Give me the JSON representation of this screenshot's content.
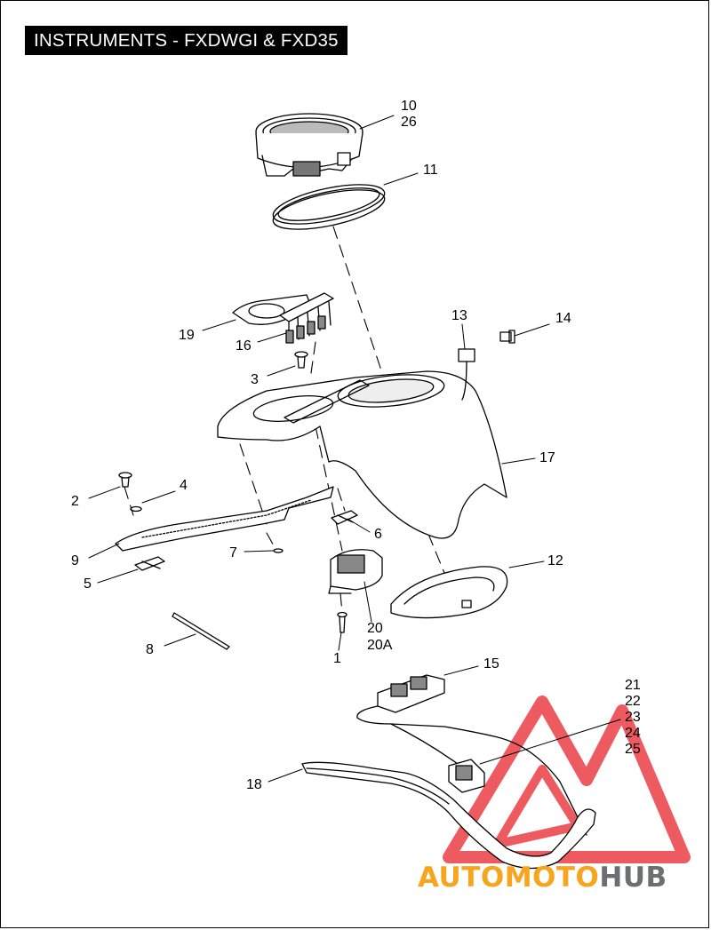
{
  "title": "INSTRUMENTS - FXDWGI & FXD35",
  "callouts": {
    "p10": "10",
    "p26": "26",
    "p11": "11",
    "p13": "13",
    "p14": "14",
    "p19": "19",
    "p16": "16",
    "p3": "3",
    "p17": "17",
    "p2": "2",
    "p4": "4",
    "p9": "9",
    "p6": "6",
    "p7": "7",
    "p12": "12",
    "p5": "5",
    "p20": "20",
    "p20a": "20A",
    "p1": "1",
    "p8": "8",
    "p15": "15",
    "p21": "21",
    "p22": "22",
    "p23": "23",
    "p24": "24",
    "p25": "25",
    "p18": "18"
  },
  "watermark": {
    "part1": "AUTOMOTO",
    "part2": "HUB",
    "color_orange": "#f7a51c",
    "color_red": "#e8242c",
    "color_gray": "#6d6e70"
  }
}
